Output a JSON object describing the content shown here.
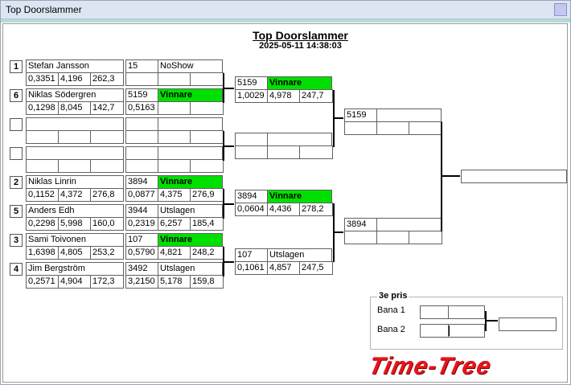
{
  "window": {
    "title": "Top Doorslammer"
  },
  "header": {
    "title": "Top Doorslammer",
    "timestamp": "2025-05-11 14:38:03"
  },
  "round1": [
    {
      "seed": "1",
      "name": "Stefan Jansson",
      "stats": [
        "0,3351",
        "4,196",
        "262,3"
      ]
    },
    {
      "seed": "6",
      "name": "Niklas Södergren",
      "stats": [
        "0,1298",
        "8,045",
        "142,7"
      ]
    },
    {
      "seed": "",
      "name": "",
      "stats": [
        "",
        "",
        ""
      ]
    },
    {
      "seed": "",
      "name": "",
      "stats": [
        "",
        "",
        ""
      ]
    },
    {
      "seed": "2",
      "name": "Niklas Linrin",
      "stats": [
        "0,1152",
        "4,372",
        "276,8"
      ]
    },
    {
      "seed": "5",
      "name": "Anders Edh",
      "stats": [
        "0,2298",
        "5,998",
        "160,0"
      ]
    },
    {
      "seed": "3",
      "name": "Sami Toivonen",
      "stats": [
        "1,6398",
        "4,805",
        "253,2"
      ]
    },
    {
      "seed": "4",
      "name": "Jim Bergström",
      "stats": [
        "0,2571",
        "4,904",
        "172,3"
      ]
    }
  ],
  "round1_results": [
    {
      "num": "15",
      "status": "NoShow",
      "win": false,
      "stats": [
        "",
        "",
        ""
      ]
    },
    {
      "num": "5159",
      "status": "Vinnare",
      "win": true,
      "stats": [
        "0,5163",
        "",
        ""
      ]
    },
    {
      "num": "",
      "status": "",
      "win": false,
      "stats": [
        "",
        "",
        ""
      ]
    },
    {
      "num": "",
      "status": "",
      "win": false,
      "stats": [
        "",
        "",
        ""
      ]
    },
    {
      "num": "3894",
      "status": "Vinnare",
      "win": true,
      "stats": [
        "0,0877",
        "4,375",
        "276,9"
      ]
    },
    {
      "num": "3944",
      "status": "Utslagen",
      "win": false,
      "stats": [
        "0,2319",
        "6,257",
        "185,4"
      ]
    },
    {
      "num": "107",
      "status": "Vinnare",
      "win": true,
      "stats": [
        "0,5790",
        "4,821",
        "248,2"
      ]
    },
    {
      "num": "3492",
      "status": "Utslagen",
      "win": false,
      "stats": [
        "3,2150",
        "5,178",
        "159,8"
      ]
    }
  ],
  "round2": [
    {
      "num": "5159",
      "status": "Vinnare",
      "win": true,
      "stats": [
        "1,0029",
        "4,978",
        "247,7"
      ]
    },
    {
      "num": "",
      "status": "",
      "win": false,
      "stats": [
        "",
        "",
        ""
      ]
    },
    {
      "num": "3894",
      "status": "Vinnare",
      "win": true,
      "stats": [
        "0,0604",
        "4,436",
        "278,2"
      ]
    },
    {
      "num": "107",
      "status": "Utslagen",
      "win": false,
      "stats": [
        "0,1061",
        "4,857",
        "247,5"
      ]
    }
  ],
  "round3": [
    {
      "num": "5159",
      "status": "",
      "stats": [
        "",
        "",
        ""
      ]
    },
    {
      "num": "3894",
      "status": "",
      "stats": [
        "",
        "",
        ""
      ]
    }
  ],
  "final": {
    "value": ""
  },
  "third_prize": {
    "title": "3e pris",
    "lane1_label": "Bana 1",
    "lane2_label": "Bana 2"
  },
  "logo": {
    "text": "Time-Tree",
    "color": "#e8141b"
  },
  "colors": {
    "winner": "#00e000",
    "titlebar": "#dce6f3"
  }
}
